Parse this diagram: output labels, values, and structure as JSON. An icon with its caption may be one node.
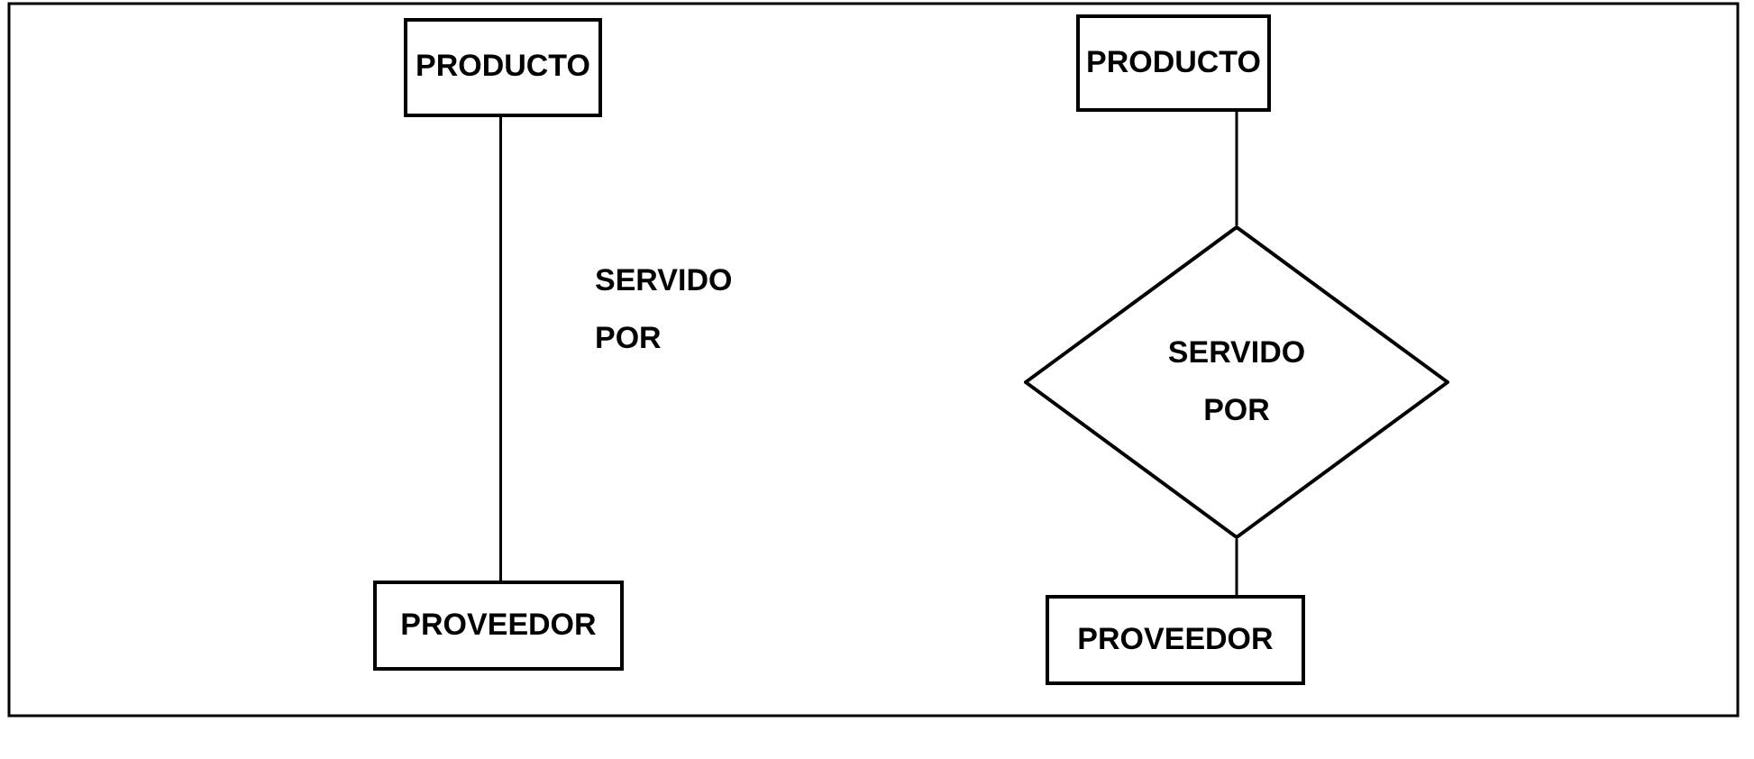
{
  "diagram": {
    "nodes": [
      {
        "text": [
          "PRODUCTO"
        ]
      },
      {
        "text": [
          "PROVEEDOR"
        ]
      },
      {
        "text": [
          "PRODUCTO"
        ]
      },
      {
        "text": [
          "SERVIDO POR"
        ]
      },
      {
        "text": [
          "PROVEEDOR"
        ]
      }
    ],
    "edges": [
      {
        "from": 0,
        "to": 1,
        "arrow": "none",
        "label": "SERVIDO POR"
      },
      {
        "from": 2,
        "to": 3,
        "arrow": "none"
      },
      {
        "from": 3,
        "to": 4,
        "arrow": "none"
      }
    ]
  }
}
